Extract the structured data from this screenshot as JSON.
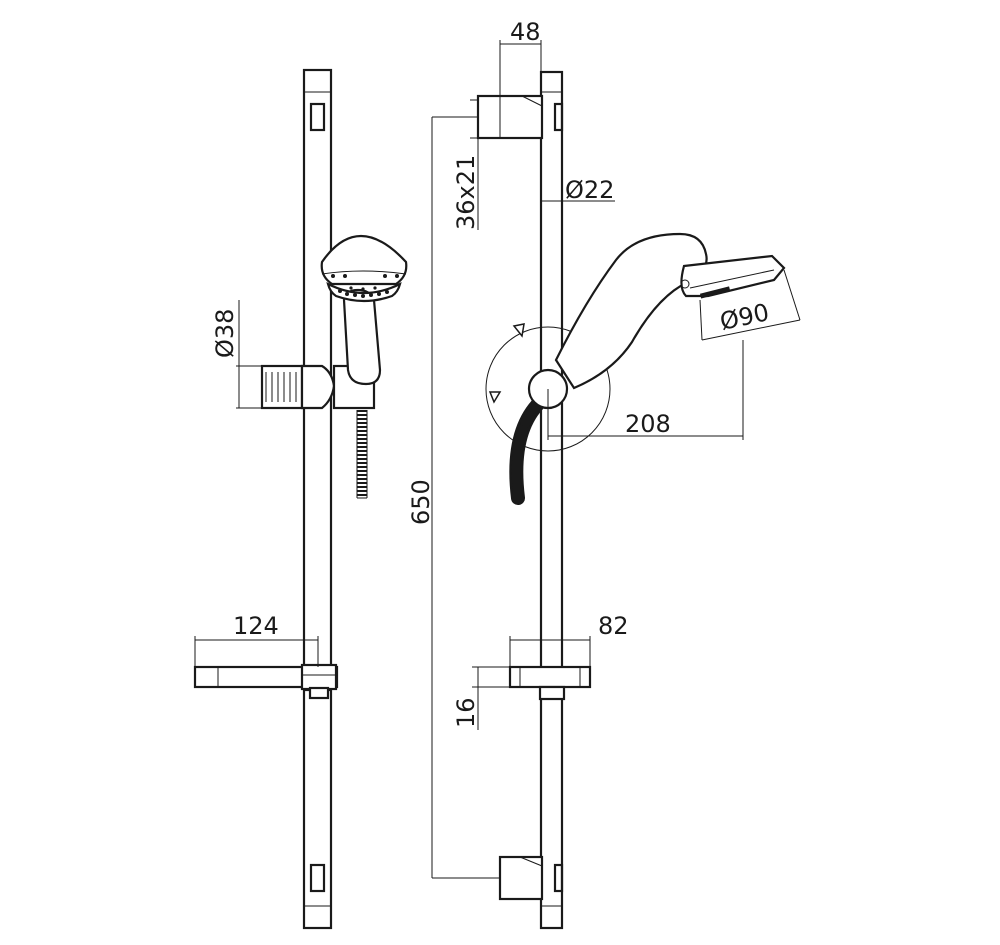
{
  "dimensions": {
    "bracket_width": "48",
    "bracket_size": "36x21",
    "rail_diameter": "Ø22",
    "holder_diameter": "Ø38",
    "head_diameter": "Ø90",
    "rail_length": "650",
    "head_reach": "208",
    "soap_dish_width": "124",
    "soap_dish_depth": "82",
    "soap_dish_height": "16"
  },
  "colors": {
    "line": "#1a1a1a",
    "background": "#ffffff"
  }
}
